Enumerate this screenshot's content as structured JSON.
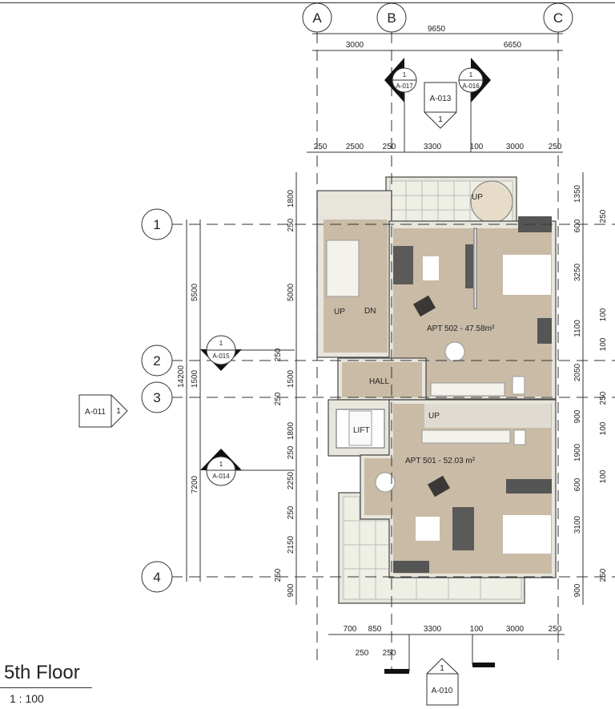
{
  "view": {
    "title": "5th Floor",
    "scale": "1 : 100"
  },
  "grids": {
    "vertical": [
      "A",
      "B",
      "C"
    ],
    "horizontal": [
      "1",
      "2",
      "3",
      "4"
    ]
  },
  "dims": {
    "top_overall": "9650",
    "top_grid": [
      "3000",
      "6650"
    ],
    "top_detail": [
      "250",
      "2500",
      "250",
      "3300",
      "100",
      "3000",
      "250"
    ],
    "left_overall": "14200",
    "left_grid": [
      "5500",
      "1500",
      "7200"
    ],
    "left_detail": [
      "1800",
      "250",
      "5000",
      "250",
      "1500",
      "250",
      "1800",
      "250",
      "2250",
      "250",
      "2150",
      "250",
      "900"
    ],
    "right_detail": [
      "1350",
      "600",
      "3250",
      "1100",
      "2050",
      "900",
      "1900",
      "600",
      "3100",
      "900"
    ],
    "right_outer": [
      "250",
      "100",
      "100",
      "250",
      "100",
      "100",
      "250"
    ],
    "bottom_detail": [
      "700",
      "850",
      "3300",
      "100",
      "3000",
      "250"
    ],
    "bottom_sub": [
      "250",
      "250"
    ]
  },
  "markers": {
    "a017": {
      "num": "1",
      "sheet": "A-017"
    },
    "a016": {
      "num": "1",
      "sheet": "A-016"
    },
    "a013": {
      "num": "1",
      "sheet": "A-013"
    },
    "a015": {
      "num": "1",
      "sheet": "A-015"
    },
    "a014": {
      "num": "1",
      "sheet": "A-014"
    },
    "a011": {
      "num": "1",
      "sheet": "A-011"
    },
    "a010": {
      "num": "1",
      "sheet": "A-010"
    }
  },
  "rooms": {
    "apt502": "APT 502 - 47.58m²",
    "apt501": "APT 501 - 52.03 m²",
    "hall": "HALL",
    "lift": "LIFT",
    "stair_up": "UP",
    "stair_dn": "DN",
    "spiral_up": "UP",
    "apt501_stair_up": "UP"
  },
  "colors": {
    "floor": "#c9bba6",
    "furniture_dark": "#5a5a58",
    "balcony": "#eef0e6"
  }
}
